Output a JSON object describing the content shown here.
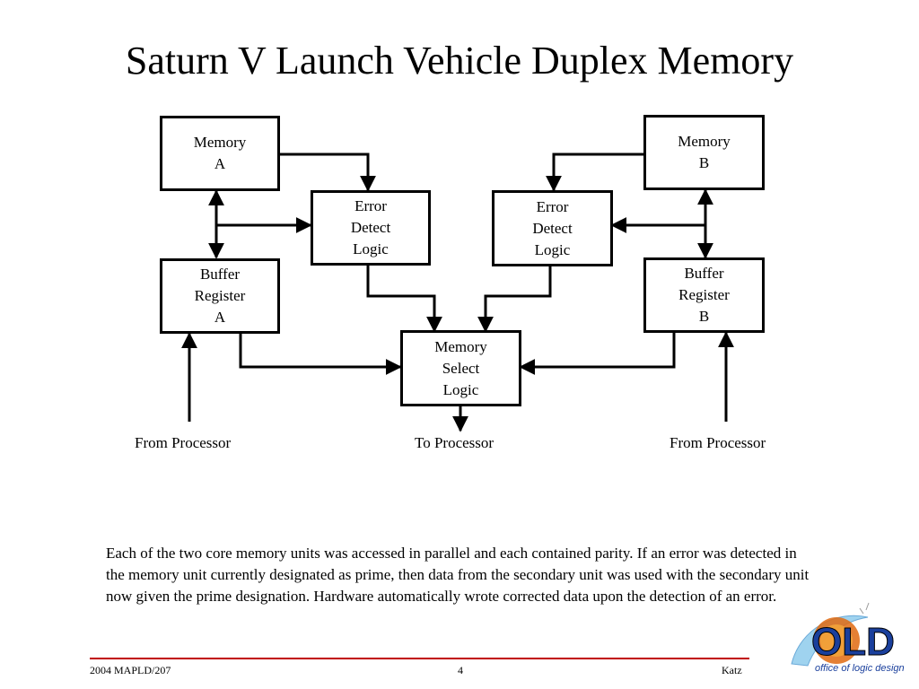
{
  "title": "Saturn V Launch Vehicle Duplex Memory",
  "blocks": {
    "memory_a": [
      "Memory",
      "A"
    ],
    "memory_b": [
      "Memory",
      "B"
    ],
    "error_detect_a": [
      "Error",
      "Detect",
      "Logic"
    ],
    "error_detect_b": [
      "Error",
      "Detect",
      "Logic"
    ],
    "buffer_register_a": [
      "Buffer",
      "Register",
      "A"
    ],
    "buffer_register_b": [
      "Buffer",
      "Register",
      "B"
    ],
    "memory_select": [
      "Memory",
      "Select",
      "Logic"
    ]
  },
  "io_labels": {
    "from_processor_left": "From Processor",
    "to_processor": "To Processor",
    "from_processor_right": "From Processor"
  },
  "description": "Each of the two core memory units was accessed in parallel and each contained parity.  If an error was detected in the memory unit currently designated as prime, then data from the secondary unit was used with the secondary unit now given the prime designation.  Hardware automatically wrote corrected data upon the detection of an error.",
  "footer": {
    "left": "2004 MAPLD/207",
    "page": "4",
    "right": "Katz"
  },
  "logo": {
    "text": "OLD",
    "caption": "office of logic design"
  },
  "colors": {
    "rule": "#c00000",
    "logo_blue": "#1a3f9c",
    "logo_orange": "#e06a10"
  }
}
